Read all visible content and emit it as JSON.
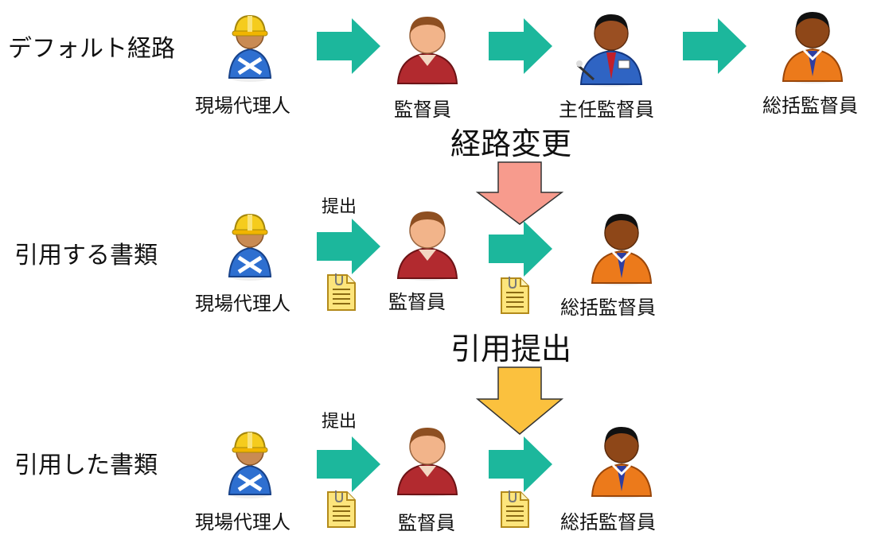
{
  "rows": [
    {
      "label": "デフォルト経路",
      "nodes": [
        {
          "role": "worker",
          "label": "現場代理人"
        },
        {
          "role": "supervisor",
          "label": "監督員"
        },
        {
          "role": "chief",
          "label": "主任監督員"
        },
        {
          "role": "general",
          "label": "総括監督員"
        }
      ]
    },
    {
      "label": "引用する書類",
      "submit_label": "提出",
      "nodes": [
        {
          "role": "worker",
          "label": "現場代理人"
        },
        {
          "role": "supervisor",
          "label": "監督員"
        },
        {
          "role": "general",
          "label": "総括監督員"
        }
      ]
    },
    {
      "label": "引用した書類",
      "submit_label": "提出",
      "nodes": [
        {
          "role": "worker",
          "label": "現場代理人"
        },
        {
          "role": "supervisor",
          "label": "監督員"
        },
        {
          "role": "general",
          "label": "総括監督員"
        }
      ]
    }
  ],
  "transitions": [
    {
      "label": "経路変更",
      "color": "#f79b8d"
    },
    {
      "label": "引用提出",
      "color": "#fbc13e"
    }
  ],
  "colors": {
    "flow_arrow": "#1cb79c",
    "text": "#111111"
  }
}
